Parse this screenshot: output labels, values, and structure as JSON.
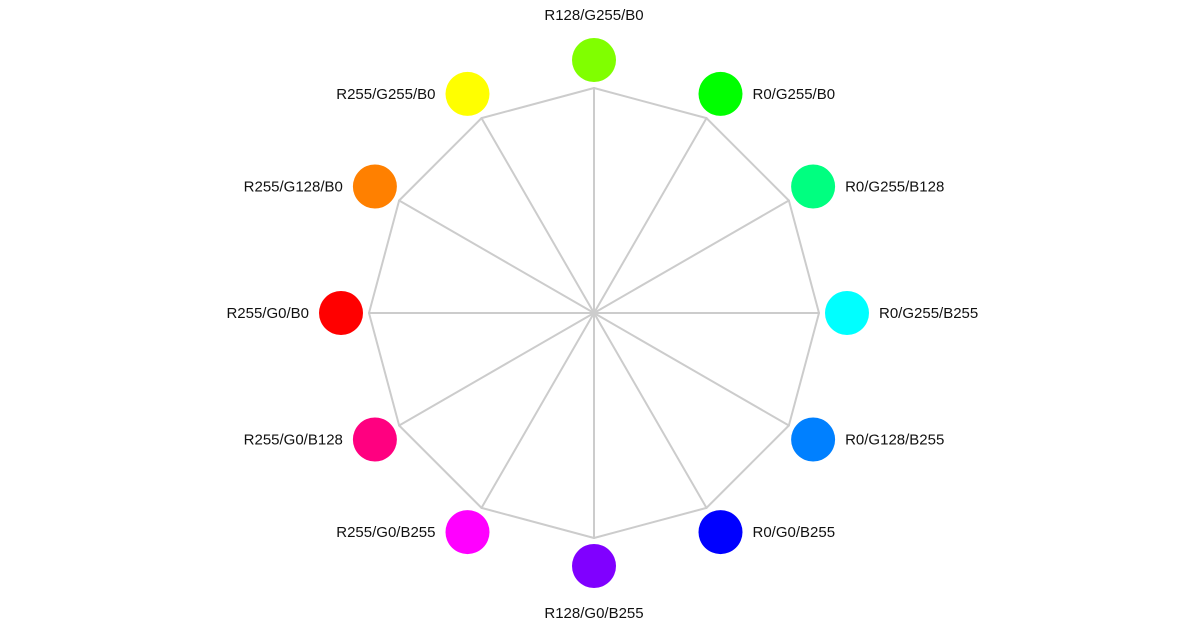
{
  "colors": [
    {
      "label": "R128/G255/B0",
      "hex": "#80ff00"
    },
    {
      "label": "R0/G255/B0",
      "hex": "#00ff00"
    },
    {
      "label": "R0/G255/B128",
      "hex": "#00ff80"
    },
    {
      "label": "R0/G255/B255",
      "hex": "#00ffff"
    },
    {
      "label": "R0/G128/B255",
      "hex": "#0080ff"
    },
    {
      "label": "R0/G0/B255",
      "hex": "#0000ff"
    },
    {
      "label": "R128/G0/B255",
      "hex": "#8000ff"
    },
    {
      "label": "R255/G0/B255",
      "hex": "#ff00ff"
    },
    {
      "label": "R255/G0/B128",
      "hex": "#ff0080"
    },
    {
      "label": "R255/G0/B0",
      "hex": "#ff0000"
    },
    {
      "label": "R255/G128/B0",
      "hex": "#ff8000"
    },
    {
      "label": "R255/G255/B0",
      "hex": "#ffff00"
    }
  ]
}
